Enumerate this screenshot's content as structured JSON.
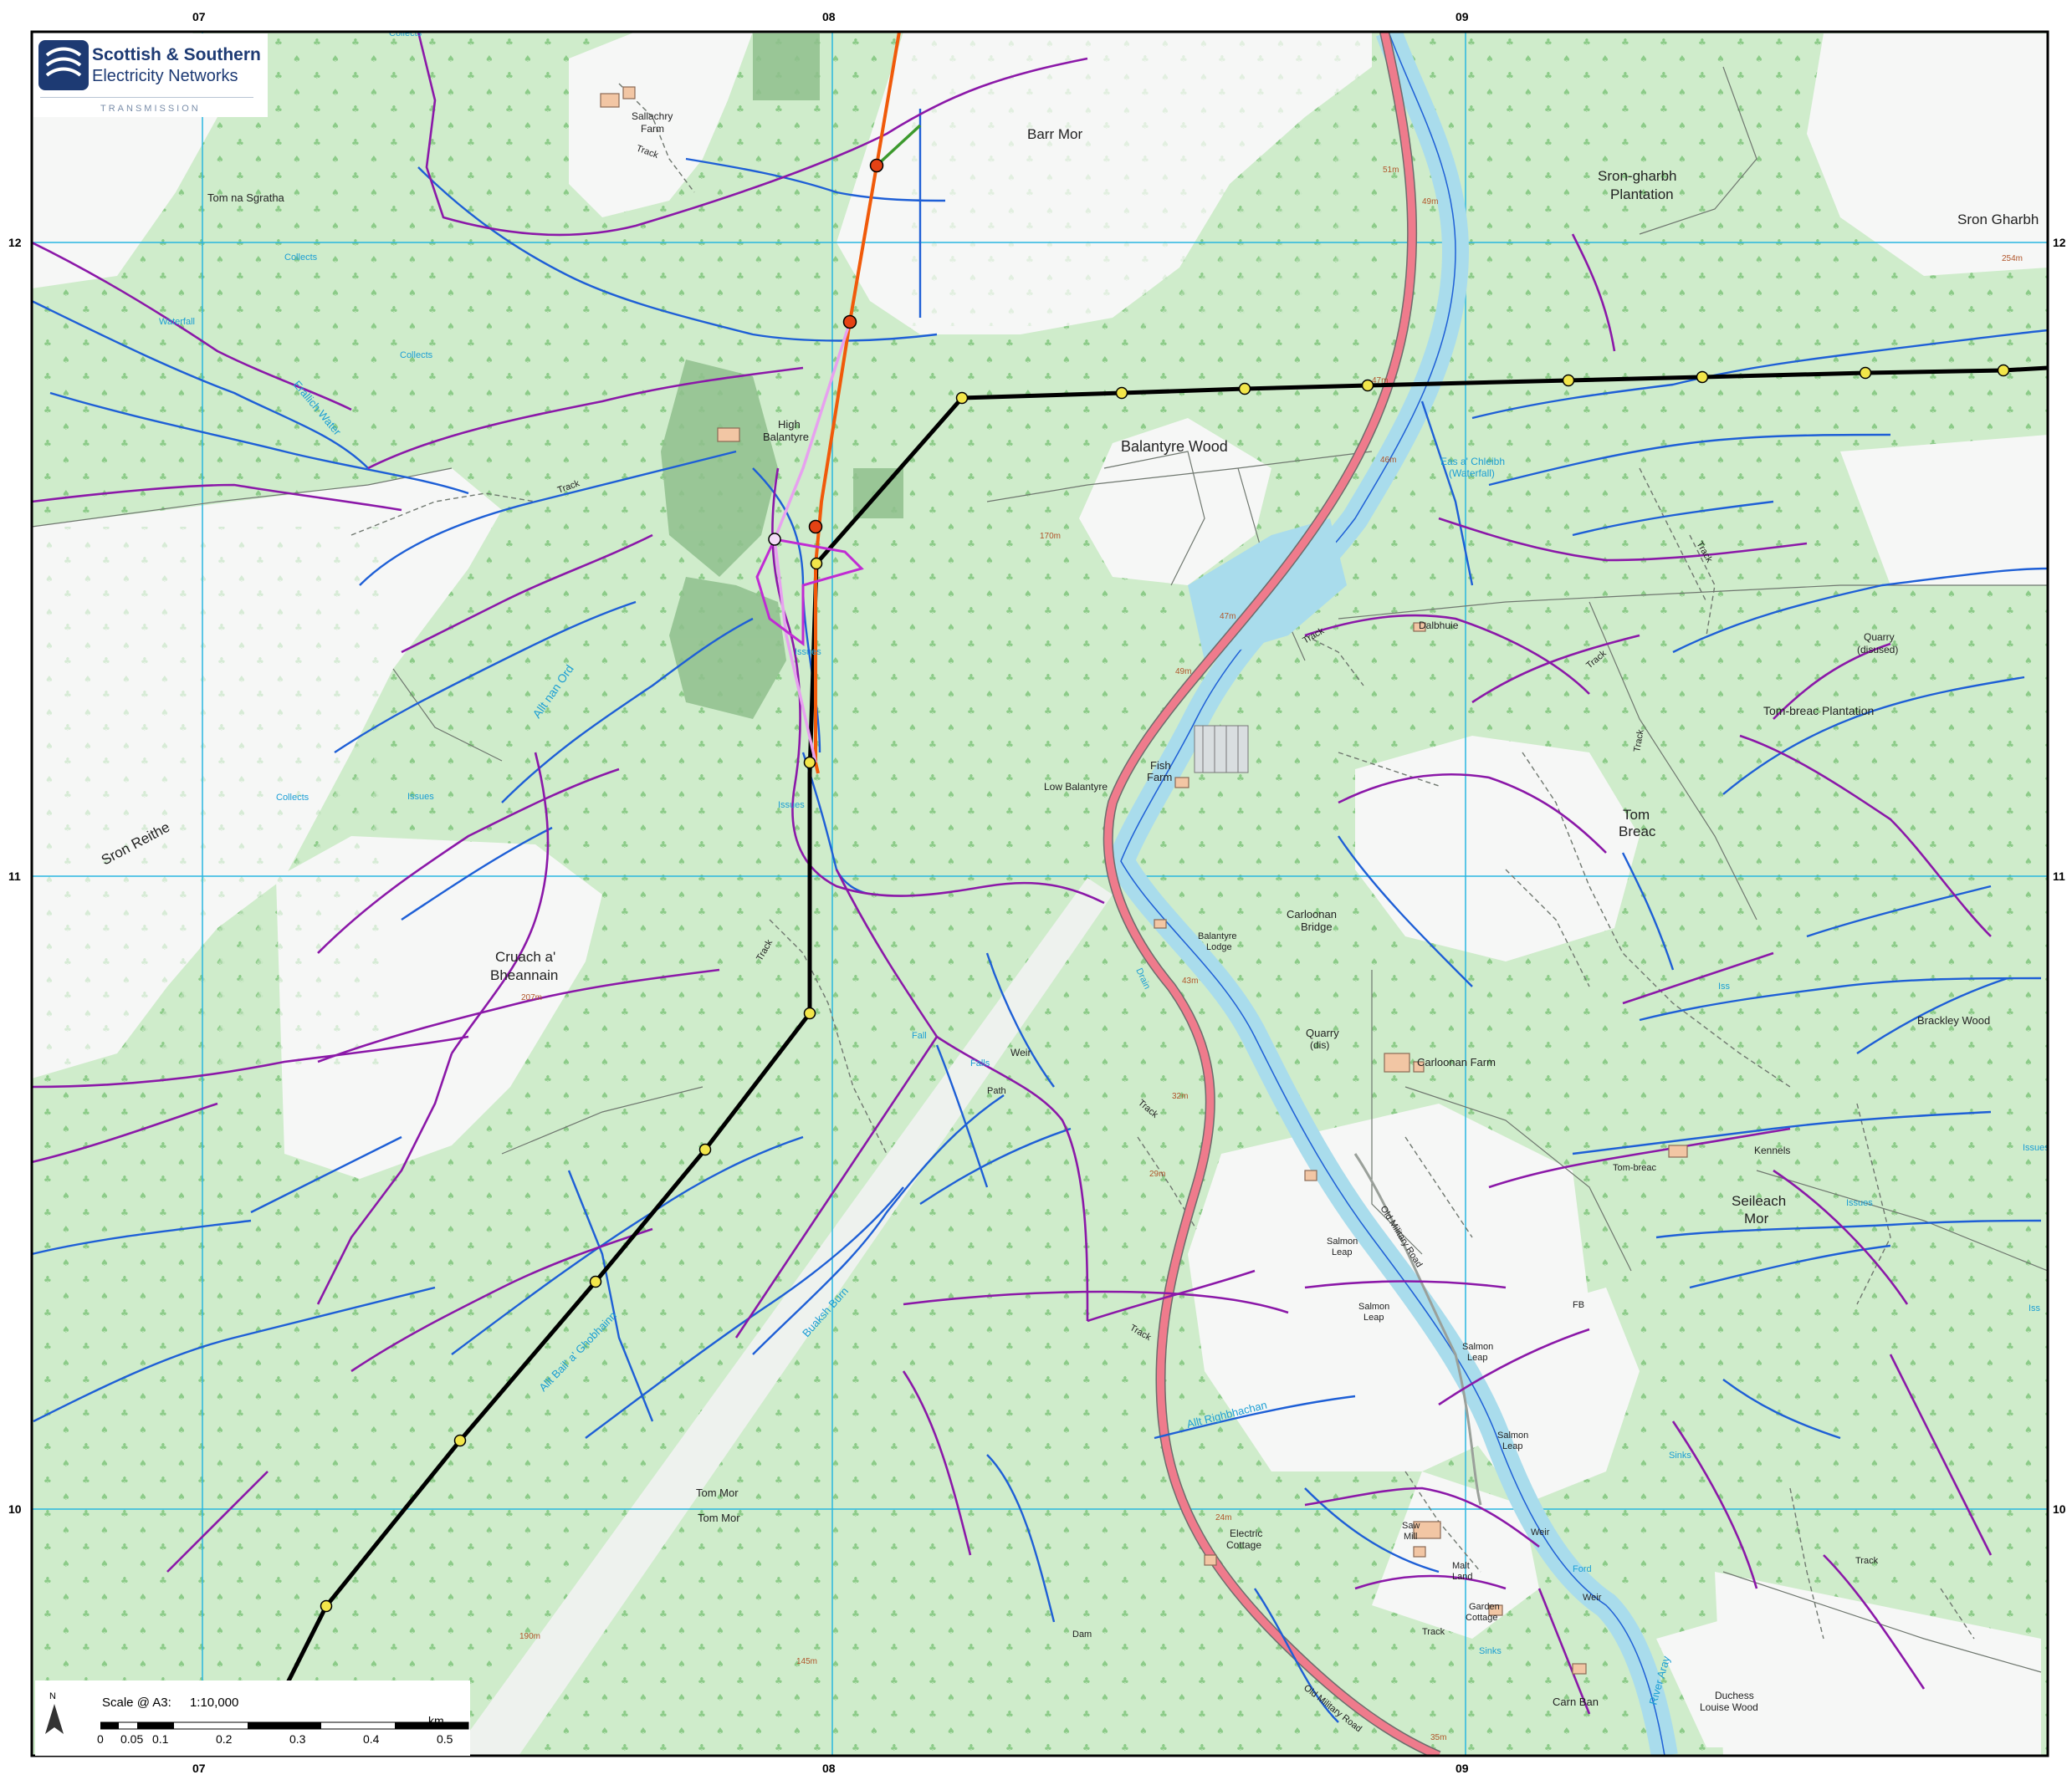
{
  "grid": {
    "eastings": [
      "07",
      "08",
      "09"
    ],
    "northings": [
      "12",
      "11",
      "10"
    ]
  },
  "logo": {
    "line1": "Scottish & Southern",
    "line2": "Electricity Networks",
    "line3": "TRANSMISSION"
  },
  "scale": {
    "label": "Scale @ A3:",
    "ratio": "1:10,000",
    "ticks": [
      "0",
      "0.05",
      "0.1",
      "0.2",
      "0.3",
      "0.4",
      "0.5"
    ],
    "unit": "km",
    "north": "N"
  },
  "place_labels": {
    "barr_mor": "Barr Mor",
    "sallachry": "Sallachry",
    "sallachry_farm": "Farm",
    "tom_na_sgratha": "Tom na Sgratha",
    "sron_gharbh_1": "Sron-gharbh",
    "sron_gharbh_2": "Plantation",
    "sron_gharbh_edge": "Sron Gharbh",
    "high_balantyre_1": "High",
    "high_balantyre_2": "Balantyre",
    "balantyre_wood": "Balantyre Wood",
    "sron_reithe": "Sron Reithe",
    "cruach_1": "Cruach a'",
    "cruach_2": "Bheannain",
    "fish_farm_1": "Fish",
    "fish_farm_2": "Farm",
    "low_balantyre": "Low Balantyre",
    "dalbhuie": "Dalbhuie",
    "quarry_1": "Quarry",
    "quarry_2": "(disused)",
    "tom_breac_plantation": "Tom-breac Plantation",
    "tom_breac_1": "Tom",
    "tom_breac_2": "Breac",
    "carloonan_bridge_1": "Carloonan",
    "carloonan_bridge_2": "Bridge",
    "balantyre_lodge_1": "Balantyre",
    "balantyre_lodge_2": "Lodge",
    "quarry_dis_1": "Quarry",
    "quarry_dis_2": "(dis)",
    "carloonan_farm": "Carloonan  Farm",
    "brackley_wood": "Brackley Wood",
    "kennels": "Kennels",
    "tom_breac_small": "Tom-breac",
    "seileach_1": "Seileach",
    "seileach_2": "Mor",
    "weir_1": "Weir",
    "path_1": "Path",
    "electric_cottage_1": "Electric",
    "electric_cottage_2": "Cottage",
    "salmon_leap_a1": "Salmon",
    "salmon_leap_a2": "Leap",
    "salmon_leap_b1": "Salmon",
    "salmon_leap_b2": "Leap",
    "salmon_leap_c1": "Salmon",
    "salmon_leap_c2": "Leap",
    "salmon_leap_d1": "Salmon",
    "salmon_leap_d2": "Leap",
    "saw_mill_1": "Saw",
    "saw_mill_2": "Mill",
    "malt_land_1": "Malt",
    "malt_land_2": "Land",
    "garden_cottage_1": "Garden",
    "garden_cottage_2": "Cottage",
    "tom_mor_1": "Tom Mor",
    "tom_mor_2": "Tom Mor",
    "dam": "Dam",
    "carn_ban": "Carn Ban",
    "duchess_1": "Duchess",
    "duchess_2": "Louise Wood",
    "weir_2": "Weir",
    "weir_3": "Weir",
    "fb": "FB",
    "old_military_road_1": "Old Military Road",
    "old_military_road_2": "Old Military Road",
    "track_1": "Track",
    "track_2": "Track",
    "track_3": "Track",
    "track_4": "Track",
    "track_5": "Track",
    "track_6": "Track",
    "track_7": "Track",
    "track_8": "Track",
    "track_9": "Track",
    "track_10": "Track",
    "track_11": "Track"
  },
  "water_labels": {
    "collects_1": "Collects",
    "collects_2": "Collects",
    "collects_3": "Collects",
    "collects_4": "Collects",
    "waterfall": "Waterfall",
    "erallich_water": "Erallich Water",
    "issues_1": "Issues",
    "issues_2": "Issues",
    "issues_3": "Issues",
    "issues_4": "Issues",
    "issues_5": "Issues",
    "iss_1": "Iss",
    "iss_2": "Iss",
    "allt_nan_ord": "Allt nan Ord",
    "eas_1": "Eas a' Chleibh",
    "eas_2": "(Waterfall)",
    "falls_1": "Falls",
    "falls_2": "Fall",
    "allt_bail": "Allt Bail' a' Ghobhainn",
    "buaksh_burn": "Buaksh Burn",
    "allt_righ": "Allt Righbhachan",
    "drain": "Drain",
    "sinks_1": "Sinks",
    "sinks_2": "Sinks",
    "ford": "Ford",
    "river_aray": "River Aray"
  },
  "heights": {
    "h51": "51m",
    "h49a": "49m",
    "h46": "46m",
    "h47a": "47m",
    "h47b": "47m",
    "h49b": "49m",
    "h254": "254m",
    "h170": "170m",
    "h207": "207m",
    "h43": "43m",
    "h32": "32m",
    "h29": "29m",
    "h24": "24m",
    "h190": "190m",
    "h145": "145m",
    "h35": "35m"
  },
  "colors": {
    "woodland": "#cfeccb",
    "open_land": "#f6f7f6",
    "grid_line": "#28b6e0",
    "road": "#ef7b8c",
    "river": "#a9dcec",
    "stream": "#1e5fd6",
    "boundary": "#8b18a8",
    "route_black": "#000000",
    "route_orange": "#f05a0a",
    "route_pink": "#e7a1ef",
    "pylon_yellow": "#f2e64a",
    "pylon_red": "#e54214",
    "dark_woodland": "#8fc08d"
  }
}
